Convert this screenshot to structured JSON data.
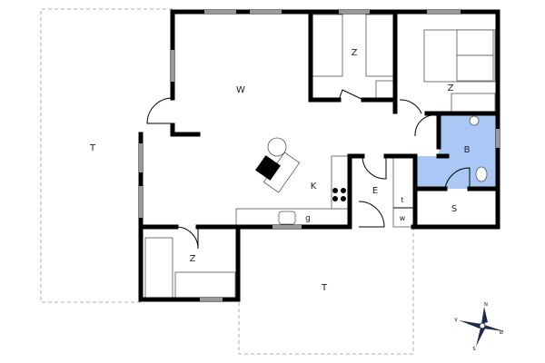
{
  "rooms": {
    "living": "W",
    "bedroom_twin": "Z",
    "bedroom_double": "Z",
    "bedroom_lower": "Z",
    "kitchen": "K",
    "entrance": "E",
    "bathroom": "B",
    "storage": "S",
    "terrace_left": "T",
    "terrace_bottom": "T",
    "counter_g": "g",
    "closet_t": "t",
    "closet_w": "w"
  },
  "compass": {
    "north": "N",
    "west": "V",
    "south": "S",
    "east": "Ø"
  },
  "colors": {
    "bathroom": "#a9c8f5",
    "wall": "#000000",
    "window": "#999999"
  }
}
